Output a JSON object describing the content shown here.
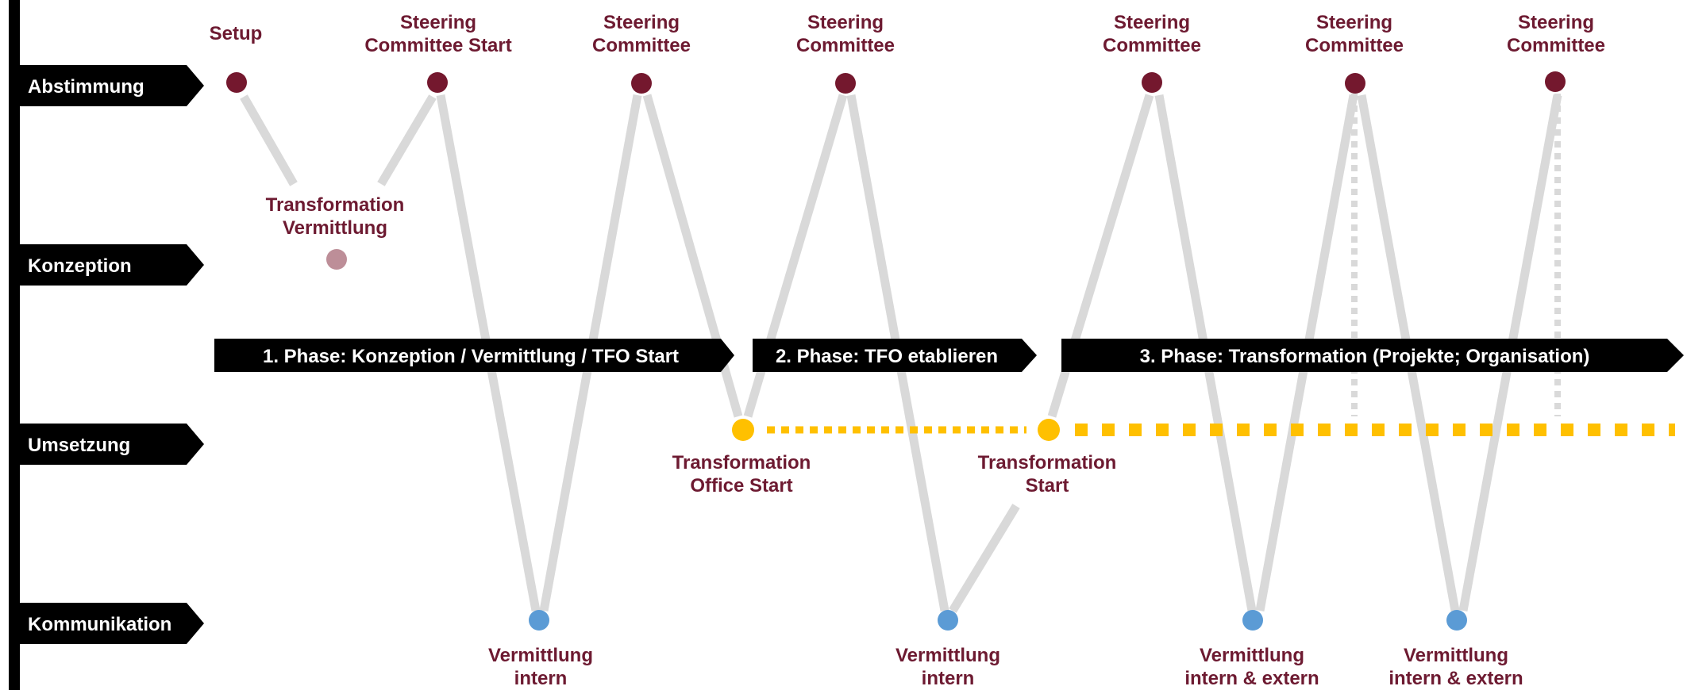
{
  "colors": {
    "axis": "#000000",
    "lane_fill": "#000000",
    "connector": "#d9d9d9",
    "timeline": "#ffc000",
    "text_dark": "#6d1a31",
    "node_dark": "#74182e",
    "node_light": "#bd8e98",
    "node_yellow": "#ffc000",
    "node_blue": "#5b9bd5",
    "phase_fill": "#000000"
  },
  "lanes": [
    {
      "id": "abstimmung",
      "label": "Abstimmung"
    },
    {
      "id": "konzeption",
      "label": "Konzeption"
    },
    {
      "id": "umsetzung",
      "label": "Umsetzung"
    },
    {
      "id": "kommunikation",
      "label": "Kommunikation"
    }
  ],
  "phases": [
    {
      "label": "1. Phase: Konzeption / Vermittlung / TFO Start"
    },
    {
      "label": "2. Phase: TFO etablieren"
    },
    {
      "label": "3. Phase: Transformation (Projekte; Organisation)"
    }
  ],
  "nodes": [
    {
      "id": "setup",
      "lane": "abstimmung",
      "style": "dark",
      "label_lines": [
        "Setup"
      ]
    },
    {
      "id": "sc_start",
      "lane": "abstimmung",
      "style": "dark",
      "label_lines": [
        "Steering",
        "Committee Start"
      ]
    },
    {
      "id": "tv",
      "lane": "konzeption",
      "style": "light",
      "label_lines": [
        "Transformation",
        "Vermittlung"
      ]
    },
    {
      "id": "sc2",
      "lane": "abstimmung",
      "style": "dark",
      "label_lines": [
        "Steering",
        "Committee"
      ]
    },
    {
      "id": "vi1",
      "lane": "kommunikation",
      "style": "blue",
      "label_lines": [
        "Vermittlung",
        "intern"
      ]
    },
    {
      "id": "tos",
      "lane": "umsetzung",
      "style": "yellow",
      "label_lines": [
        "Transformation",
        "Office Start"
      ]
    },
    {
      "id": "sc3",
      "lane": "abstimmung",
      "style": "dark",
      "label_lines": [
        "Steering",
        "Committee"
      ]
    },
    {
      "id": "vi2",
      "lane": "kommunikation",
      "style": "blue",
      "label_lines": [
        "Vermittlung",
        "intern"
      ]
    },
    {
      "id": "ts",
      "lane": "umsetzung",
      "style": "yellow",
      "label_lines": [
        "Transformation",
        "Start"
      ]
    },
    {
      "id": "sc4",
      "lane": "abstimmung",
      "style": "dark",
      "label_lines": [
        "Steering",
        "Committee"
      ]
    },
    {
      "id": "vie1",
      "lane": "kommunikation",
      "style": "blue",
      "label_lines": [
        "Vermittlung",
        "intern & extern"
      ]
    },
    {
      "id": "sc5",
      "lane": "abstimmung",
      "style": "dark",
      "label_lines": [
        "Steering",
        "Committee"
      ]
    },
    {
      "id": "vie2",
      "lane": "kommunikation",
      "style": "blue",
      "label_lines": [
        "Vermittlung",
        "intern & extern"
      ]
    },
    {
      "id": "sc6",
      "lane": "abstimmung",
      "style": "dark",
      "label_lines": [
        "Steering",
        "Committee"
      ]
    }
  ],
  "edges": [
    {
      "from": "setup",
      "to": "tv"
    },
    {
      "from": "tv",
      "to": "sc_start"
    },
    {
      "from": "sc_start",
      "to": "vi1"
    },
    {
      "from": "vi1",
      "to": "sc2"
    },
    {
      "from": "sc2",
      "to": "tos"
    },
    {
      "from": "tos",
      "to": "sc3"
    },
    {
      "from": "sc3",
      "to": "vi2"
    },
    {
      "from": "vi2",
      "to": "ts"
    },
    {
      "from": "ts",
      "to": "sc4"
    },
    {
      "from": "sc4",
      "to": "vie1"
    },
    {
      "from": "vie1",
      "to": "sc5"
    },
    {
      "from": "sc5",
      "to": "vie2"
    },
    {
      "from": "vie2",
      "to": "sc6"
    }
  ]
}
